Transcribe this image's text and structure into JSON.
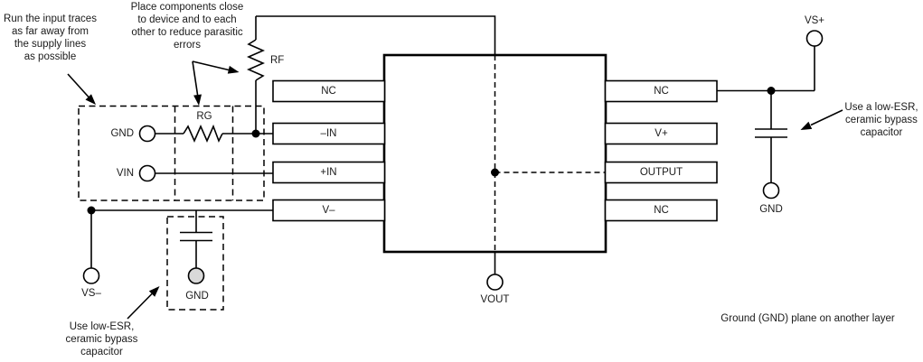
{
  "annotations": {
    "input_traces": "Run the input traces\nas far away from\nthe supply lines\nas possible",
    "place_components": "Place components close\nto device and to each\nother to reduce parasitic\nerrors",
    "bypass_right": "Use a low-ESR,\nceramic bypass\ncapacitor",
    "bypass_left": "Use low-ESR,\nceramic bypass\ncapacitor",
    "ground_plane": "Ground (GND) plane on another layer"
  },
  "labels": {
    "rf": "RF",
    "rg": "RG",
    "gnd_in": "GND",
    "vin": "VIN",
    "vs_minus": "VS–",
    "gnd_bottom": "GND",
    "vout": "VOUT",
    "vs_plus": "VS+",
    "gnd_right": "GND"
  },
  "ic": {
    "left_pins": [
      "NC",
      "–IN",
      "+IN",
      "V–"
    ],
    "right_pins": [
      "NC",
      "V+",
      "OUTPUT",
      "NC"
    ]
  },
  "colors": {
    "line": "#000000",
    "text": "#1a1a1a",
    "via_fill": "#d9d9d9",
    "background": "#ffffff"
  }
}
